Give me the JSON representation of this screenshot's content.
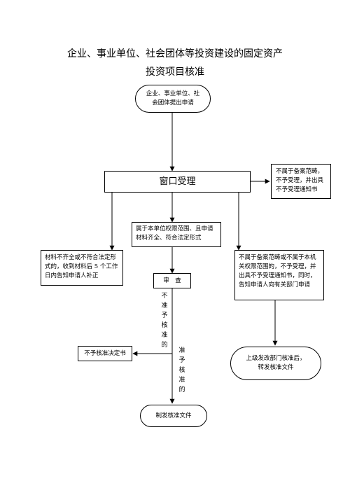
{
  "title": {
    "line1": "企业、事业单位、社会团体等投资建设的固定资产",
    "line2": "投资项目核准"
  },
  "nodes": {
    "start": "企业、事业单位、社会团体提出申请",
    "window": "窗口受理",
    "not_in_scope_top": "不属于备案范畴，不予受理，并出具不予受理通知书",
    "in_scope": "属于本单位权限范围、且申请材料齐全、符合法定形式",
    "incomplete": "材料不齐全或不符合法定形式的，收到材料后 5 个工作日内告知申请人补正",
    "not_in_scope_right": "不属于备案范畴或不属于本机关权限范围的，不予受理，并出具不予受理通知书，同时，告知申请人向有关部门申请",
    "review": "审　查",
    "reject_doc": "不予核准决定书",
    "superior": "上级发改部门核准后，转发核准文件",
    "issue": "制发核准文件"
  },
  "edge_labels": {
    "not_approved": [
      "不",
      "准",
      "予",
      "核",
      "准",
      "的"
    ],
    "approved": [
      "准",
      "予",
      "核",
      "准",
      "的"
    ]
  }
}
